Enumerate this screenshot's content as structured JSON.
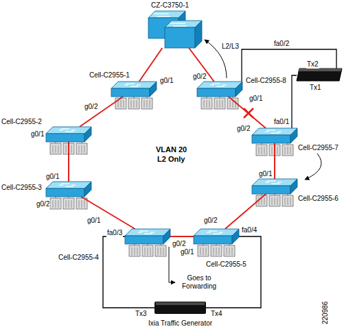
{
  "diagram": {
    "nodes": [
      {
        "text": [
          "CZ-C3750-1"
        ]
      },
      {
        "text": [
          "Cell-C2955-1"
        ]
      },
      {
        "text": [
          "Cell-C2955-8"
        ]
      },
      {
        "text": [
          "Cell-C2955-2"
        ]
      },
      {
        "text": [
          "Cell-C2955-7"
        ]
      },
      {
        "text": [
          "Cell-C2955-3"
        ]
      },
      {
        "text": [
          "Cell-C2955-6"
        ]
      },
      {
        "text": [
          "Cell-C2955-4"
        ]
      },
      {
        "text": [
          "Cell-C2955-5"
        ]
      },
      {
        "text": [
          "Ixia Traffic Generator"
        ]
      }
    ],
    "edges": [
      {
        "from": 0,
        "to": 1,
        "arrow": "none"
      },
      {
        "from": 1,
        "to": 3,
        "arrow": "none"
      },
      {
        "from": 3,
        "to": 5,
        "arrow": "none"
      },
      {
        "from": 5,
        "to": 7,
        "arrow": "none"
      },
      {
        "from": 7,
        "to": 8,
        "arrow": "none"
      },
      {
        "from": 8,
        "to": 6,
        "arrow": "none"
      },
      {
        "from": 6,
        "to": 4,
        "arrow": "none"
      },
      {
        "from": 4,
        "to": 2,
        "arrow": "none"
      },
      {
        "from": 2,
        "to": 0,
        "arrow": "none"
      },
      {
        "from": 9,
        "to": 7,
        "arrow": "none"
      },
      {
        "from": 9,
        "to": 8,
        "arrow": "none"
      }
    ],
    "labels": [
      "L2/L3",
      "fa0/2",
      "Tx2",
      "g0/1",
      "g0/2",
      "Tx1",
      "g0/2",
      "g0/1",
      "fa0/1",
      "g0/2",
      "g0/1",
      "VLAN 20",
      "L2 Only",
      "g0/1",
      "g0/1",
      "g0/2",
      "g0/1",
      "g0/2",
      "fa0/3",
      "fa0/4",
      "g0/2",
      "g0/1",
      "Goes to Forwarding",
      "Tx3",
      "Tx4",
      "220986"
    ]
  }
}
